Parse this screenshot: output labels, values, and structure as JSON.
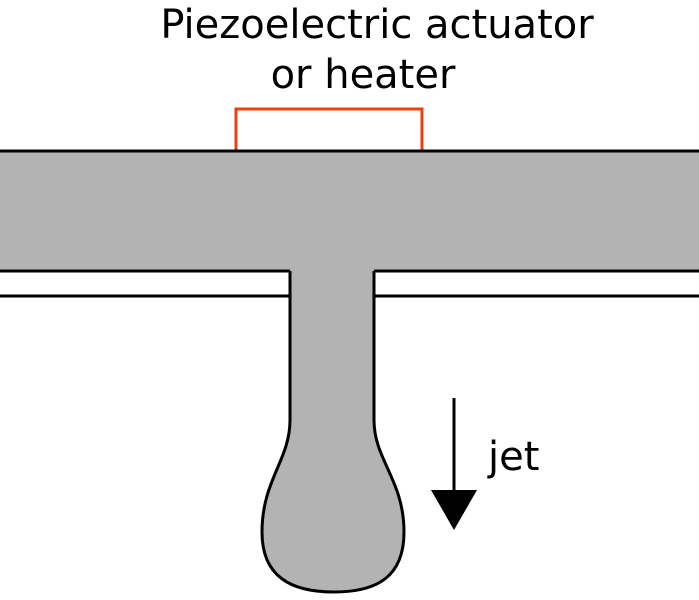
{
  "diagram": {
    "labels": {
      "actuator_line1": "Piezoelectric actuator",
      "actuator_line2": "or heater",
      "jet": "jet"
    },
    "colors": {
      "fluid": "#b3b3b3",
      "outline": "#000000",
      "actuator": "#e8420f",
      "background": "#ffffff"
    }
  }
}
